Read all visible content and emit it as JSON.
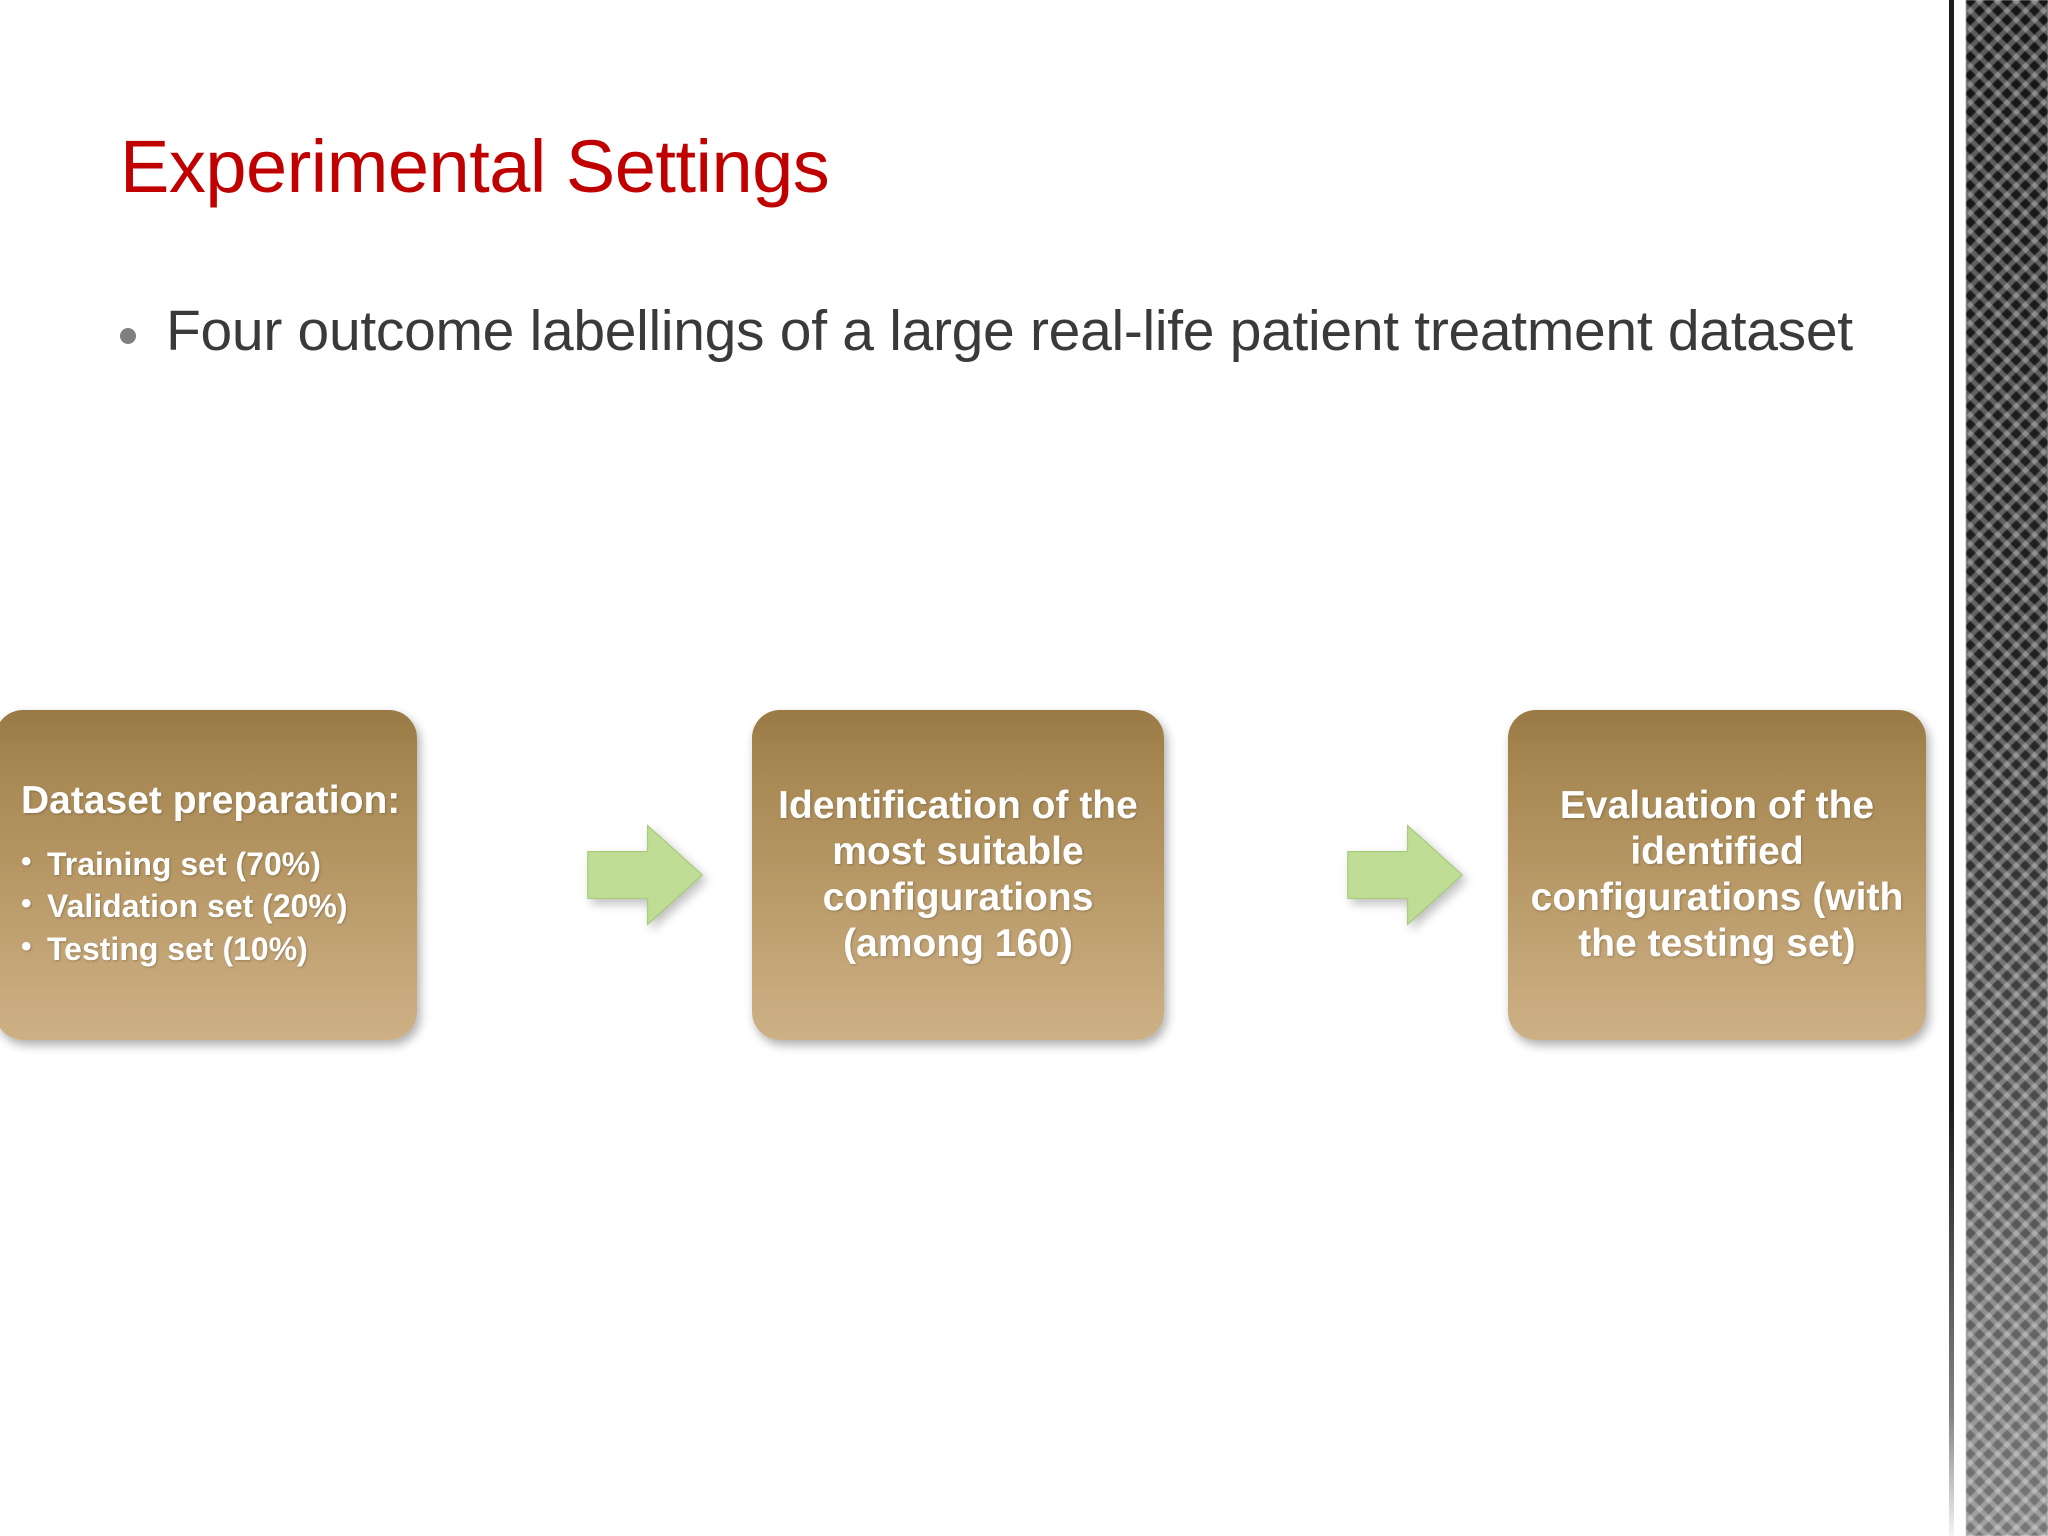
{
  "slide": {
    "title": "Experimental Settings",
    "title_color": "#C00000",
    "background_color": "#FFFFFF"
  },
  "body": {
    "bullets": [
      {
        "text": " Four outcome labellings of a large real-life patient treatment dataset"
      }
    ],
    "text_color": "#3A3A3A",
    "bullet_marker_color": "#808080"
  },
  "flow": {
    "box_gradient_top": "#9A7A44",
    "box_gradient_bottom": "#CDB085",
    "box_text_color": "#FFFFFF",
    "arrow_color": "#BFDD94",
    "steps": [
      {
        "heading": "Dataset preparation:",
        "items": [
          "Training set (70%)",
          "Validation set (20%)",
          "Testing set (10%)"
        ]
      },
      {
        "text": "Identification of the\nmost suitable\nconfigurations\n(among 160)"
      },
      {
        "text": "Evaluation of the\nidentified\nconfigurations (with\nthe testing set)"
      }
    ],
    "arrows": [
      {
        "name": "arrow-step-1-to-2"
      },
      {
        "name": "arrow-step-2-to-3"
      }
    ]
  },
  "decoration": {
    "right_strip_color": "#161616",
    "right_rule_color": "#1D1D1D"
  }
}
